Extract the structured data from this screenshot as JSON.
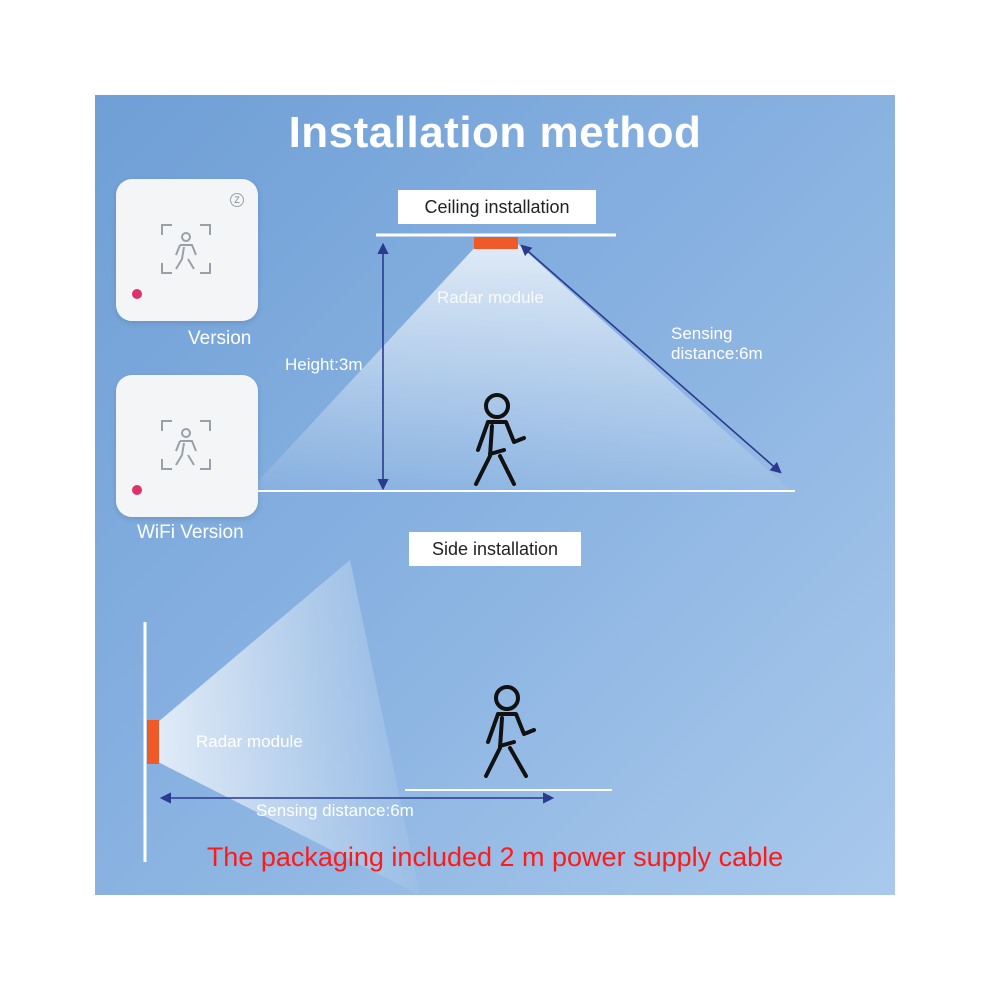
{
  "title": "Installation method",
  "devices": [
    {
      "label": "Version"
    },
    {
      "label": "WiFi Version"
    }
  ],
  "ceiling": {
    "label": "Ceiling installation",
    "radar_label": "Radar module",
    "height_label": "Height:3m",
    "sensing_label_line1": "Sensing",
    "sensing_label_line2": "distance:6m"
  },
  "side": {
    "label": "Side installation",
    "radar_label": "Radar module",
    "sensing_label": "Sensing distance:6m"
  },
  "footer": "The packaging included  2 m power supply cable",
  "colors": {
    "radar": "#f05a28",
    "arrow": "#2a3a8f",
    "footer": "#ff1a1a"
  },
  "icons": [
    "face-scan-icon",
    "walking-person-icon"
  ]
}
